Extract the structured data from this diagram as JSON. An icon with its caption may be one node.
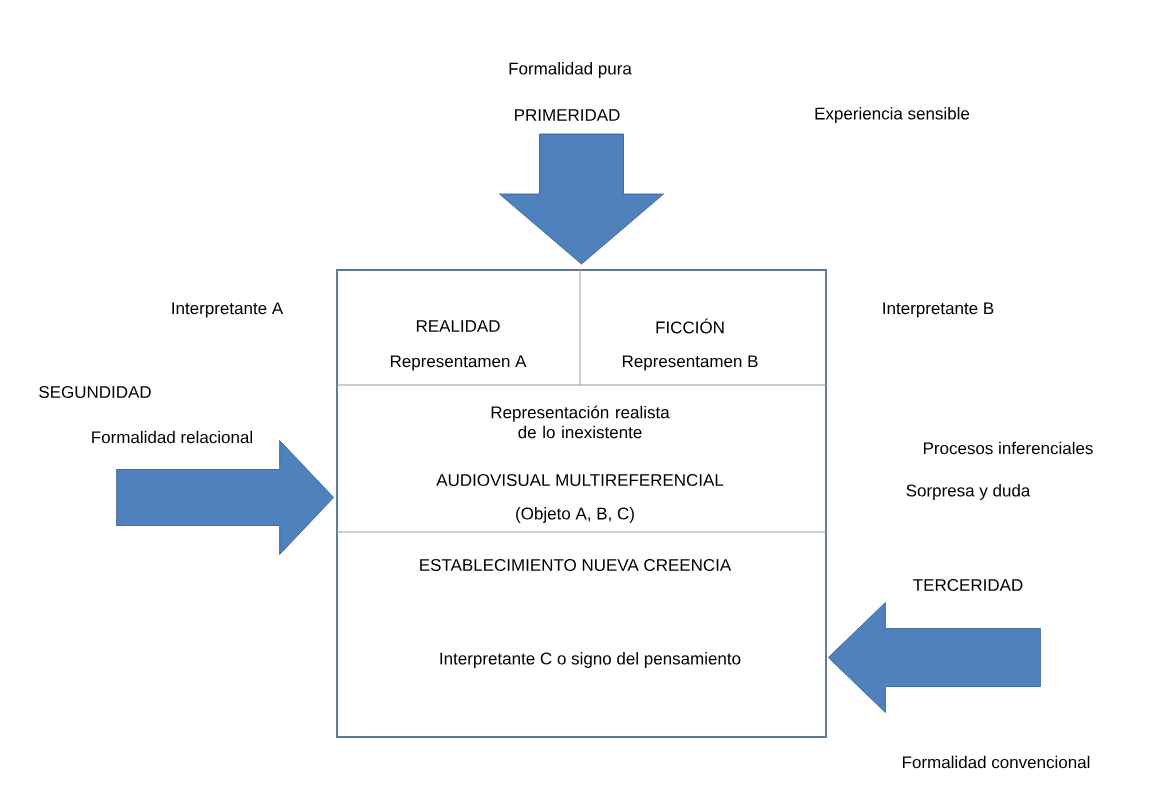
{
  "diagram": {
    "nodes": [
      {
        "text": [],
        "shape": "box"
      },
      {
        "text": [
          "REALIDAD",
          "Representamen A"
        ],
        "in": 0
      },
      {
        "text": [
          "FICCIÓN",
          "Representamen B"
        ],
        "in": 0
      },
      {
        "text": [
          "Representación realista de lo inexistente",
          "AUDIOVISUAL MULTIREFERENCIAL",
          "(Objeto A, B, C)"
        ],
        "in": 0
      },
      {
        "text": [
          "ESTABLECIMIENTO NUEVA CREENCIA",
          "Interpretante C o signo del pensamiento"
        ],
        "in": 0
      }
    ],
    "edges": [
      {
        "from": null,
        "to": 0,
        "arrow": "to"
      },
      {
        "from": null,
        "to": 3,
        "arrow": "to"
      },
      {
        "from": null,
        "to": 4,
        "arrow": "to"
      }
    ],
    "labels": [
      "Formalidad pura",
      "PRIMERIDAD",
      "Experiencia sensible",
      "Interpretante A",
      "Interpretante B",
      "SEGUNDIDAD",
      "Formalidad relacional",
      "Procesos inferenciales",
      "Sorpresa y duda",
      "TERCERIDAD",
      "Formalidad convencional"
    ]
  }
}
